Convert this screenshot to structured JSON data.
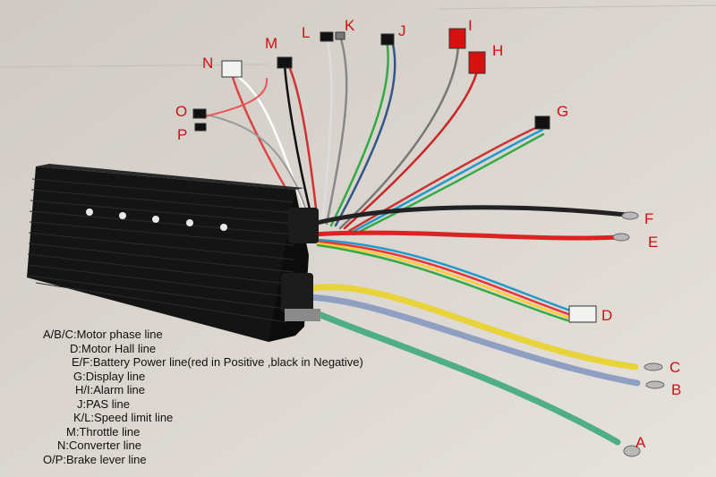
{
  "labels": {
    "A": "A",
    "B": "B",
    "C": "C",
    "D": "D",
    "E": "E",
    "F": "F",
    "G": "G",
    "H": "H",
    "I": "I",
    "J": "J",
    "K": "K",
    "L": "L",
    "M": "M",
    "N": "N",
    "O": "O",
    "P": "P"
  },
  "legend": [
    "A/B/C:Motor phase line",
    "D:Motor Hall line",
    "E/F:Battery Power line(red in Positive ,black in Negative)",
    "G:Display line",
    "H/I:Alarm line",
    "J:PAS line",
    "K/L:Speed limit line",
    "M:Throttle line",
    "N:Converter line",
    "O/P:Brake lever line"
  ],
  "colors": {
    "label": "#d01010",
    "background": "#d8d3cd",
    "controller_body": "#141414"
  }
}
